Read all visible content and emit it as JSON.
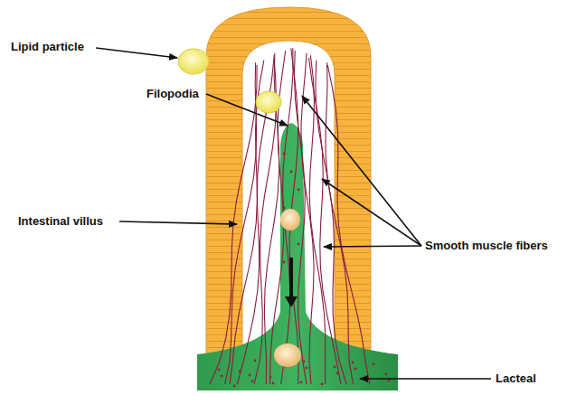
{
  "diagram": {
    "labels": [
      "Lipid particle",
      "Filopodia",
      "Intestinal villus",
      "Smooth muscle fibers",
      "Lacteal"
    ]
  }
}
